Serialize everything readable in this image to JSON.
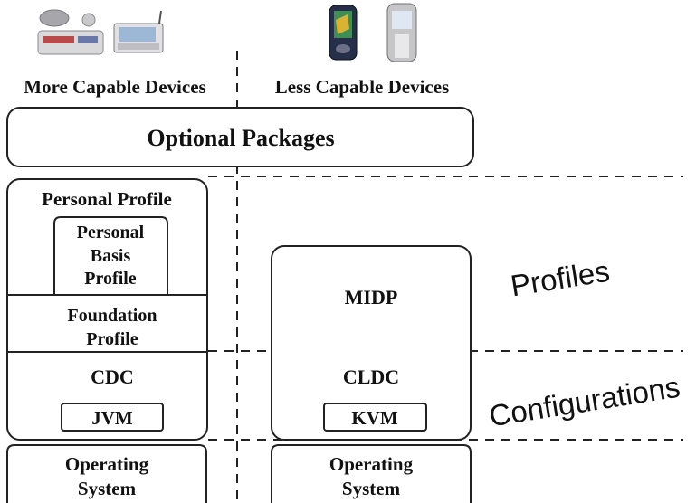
{
  "headers": {
    "more_capable": "More Capable Devices",
    "less_capable": "Less Capable Devices"
  },
  "boxes": {
    "optional_packages": "Optional Packages",
    "personal_profile": "Personal Profile",
    "personal_basis_profile": [
      "Personal",
      "Basis",
      "Profile"
    ],
    "foundation_profile": [
      "Foundation",
      "Profile"
    ],
    "cdc": "CDC",
    "jvm": "JVM",
    "midp": "MIDP",
    "cldc": "CLDC",
    "kvm": "KVM",
    "os_left": [
      "Operating",
      "System"
    ],
    "os_right": [
      "Operating",
      "System"
    ]
  },
  "layers": {
    "profiles": "Profiles",
    "configurations": "Configurations"
  },
  "icons": [
    "set-top-box-icon",
    "handheld-computer-icon",
    "pda-icon",
    "mobile-phone-icon"
  ]
}
